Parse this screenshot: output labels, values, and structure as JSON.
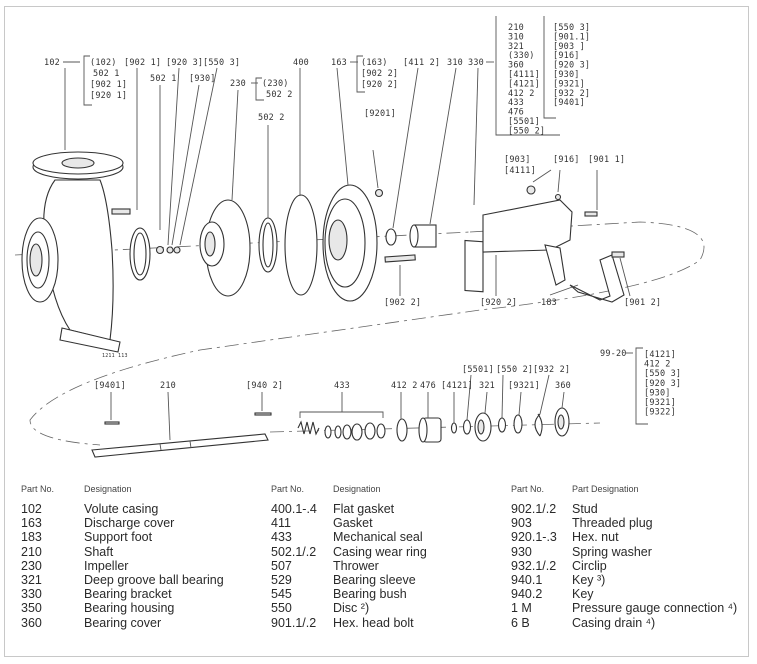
{
  "diagram": {
    "title": "Exploded view of end-suction centrifugal pump",
    "labels_top": [
      {
        "id": "102",
        "text": "102"
      },
      {
        "id": "102-group",
        "items": [
          "(102)",
          "502 1",
          "[902 1]",
          "[920 1]"
        ]
      },
      {
        "id": "9021",
        "text": "[902 1]"
      },
      {
        "id": "5021",
        "text": "502 1"
      },
      {
        "id": "9203",
        "text": "[920 3]"
      },
      {
        "id": "930",
        "text": "[930]"
      },
      {
        "id": "5503",
        "text": "[550 3]"
      },
      {
        "id": "230",
        "text": "230"
      },
      {
        "id": "230-group",
        "items": [
          "(230)",
          "502 2"
        ]
      },
      {
        "id": "5022",
        "text": "502 2"
      },
      {
        "id": "400",
        "text": "400"
      },
      {
        "id": "163",
        "text": "163"
      },
      {
        "id": "163-group",
        "items": [
          "(163)",
          "[902 2]",
          "[920 2]"
        ]
      },
      {
        "id": "9201",
        "text": "[9201]"
      },
      {
        "id": "4112",
        "text": "[411 2]"
      },
      {
        "id": "310",
        "text": "310"
      },
      {
        "id": "330",
        "text": "330"
      }
    ],
    "group_330_left": [
      "210",
      "310",
      "321",
      "(330)",
      "360",
      "[4111]",
      "[4121]",
      "412 2",
      "433",
      "476",
      "[5501]",
      "[550 2]"
    ],
    "group_330_right": [
      "[550 3]",
      "[901.1]",
      "[903 ]",
      "[916]",
      "[920 3]",
      "[930]",
      "[9321]",
      "[932 2]",
      "[9401]"
    ],
    "labels_bracket": [
      {
        "id": "903",
        "text": "[903]"
      },
      {
        "id": "4111",
        "text": "[4111]"
      },
      {
        "id": "916",
        "text": "[916]"
      },
      {
        "id": "9011",
        "text": "[901 1]"
      }
    ],
    "labels_mid": [
      {
        "id": "9022",
        "text": "[902 2]"
      },
      {
        "id": "9202",
        "text": "[920 2]"
      },
      {
        "id": "183",
        "text": "183"
      },
      {
        "id": "9012",
        "text": "[901 2]"
      },
      {
        "id": "drawing-no",
        "text": "1211 113"
      }
    ],
    "group_9920": {
      "label": "99-20",
      "items": [
        "[4121]",
        "412 2",
        "[550 3]",
        "[920 3]",
        "[930]",
        "[9321]",
        "[9322]"
      ]
    },
    "labels_shaft": [
      {
        "id": "9401",
        "text": "[9401]"
      },
      {
        "id": "210",
        "text": "210"
      },
      {
        "id": "9402",
        "text": "[940 2]"
      },
      {
        "id": "433",
        "text": "433"
      },
      {
        "id": "4122",
        "text": "412 2"
      },
      {
        "id": "476",
        "text": "476"
      },
      {
        "id": "4121",
        "text": "[4121]"
      },
      {
        "id": "5501",
        "text": "[5501]"
      },
      {
        "id": "321",
        "text": "321"
      },
      {
        "id": "5502",
        "text": "[550 2]"
      },
      {
        "id": "9321",
        "text": "[9321]"
      },
      {
        "id": "9322",
        "text": "[932 2]"
      },
      {
        "id": "360",
        "text": "360"
      }
    ]
  },
  "parts_table": {
    "columns": [
      {
        "header": {
          "part_no": "Part No.",
          "designation": "Designation"
        },
        "rows": [
          {
            "part_no": "102",
            "designation": "Volute casing"
          },
          {
            "part_no": "163",
            "designation": "Discharge cover"
          },
          {
            "part_no": "183",
            "designation": "Support foot"
          },
          {
            "part_no": "210",
            "designation": "Shaft"
          },
          {
            "part_no": "230",
            "designation": "Impeller"
          },
          {
            "part_no": "321",
            "designation": "Deep groove ball bearing"
          },
          {
            "part_no": "330",
            "designation": "Bearing bracket"
          },
          {
            "part_no": "350",
            "designation": "Bearing housing"
          },
          {
            "part_no": "360",
            "designation": "Bearing cover"
          }
        ]
      },
      {
        "header": {
          "part_no": "Part No.",
          "designation": "Designation"
        },
        "rows": [
          {
            "part_no": "400.1-.4",
            "designation": "Flat gasket"
          },
          {
            "part_no": "411",
            "designation": "Gasket"
          },
          {
            "part_no": "433",
            "designation": "Mechanical seal"
          },
          {
            "part_no": "502.1/.2",
            "designation": "Casing wear ring"
          },
          {
            "part_no": "507",
            "designation": "Thrower"
          },
          {
            "part_no": "529",
            "designation": "Bearing sleeve"
          },
          {
            "part_no": "545",
            "designation": "Bearing bush"
          },
          {
            "part_no": "550",
            "designation": "Disc ²)"
          },
          {
            "part_no": "901.1/.2",
            "designation": "Hex. head bolt"
          }
        ]
      },
      {
        "header": {
          "part_no": "Part No.",
          "designation": "Part Designation"
        },
        "rows": [
          {
            "part_no": "902.1/.2",
            "designation": "Stud"
          },
          {
            "part_no": "903",
            "designation": "Threaded plug"
          },
          {
            "part_no": "920.1-.3",
            "designation": "Hex. nut"
          },
          {
            "part_no": "930",
            "designation": "Spring washer"
          },
          {
            "part_no": "932.1/.2",
            "designation": "Circlip"
          },
          {
            "part_no": "940.1",
            "designation": "Key ³)"
          },
          {
            "part_no": "940.2",
            "designation": "Key"
          },
          {
            "part_no": "1 M",
            "designation": "Pressure gauge connection ⁴)"
          },
          {
            "part_no": "6 B",
            "designation": "Casing drain ⁴)"
          }
        ]
      }
    ]
  }
}
